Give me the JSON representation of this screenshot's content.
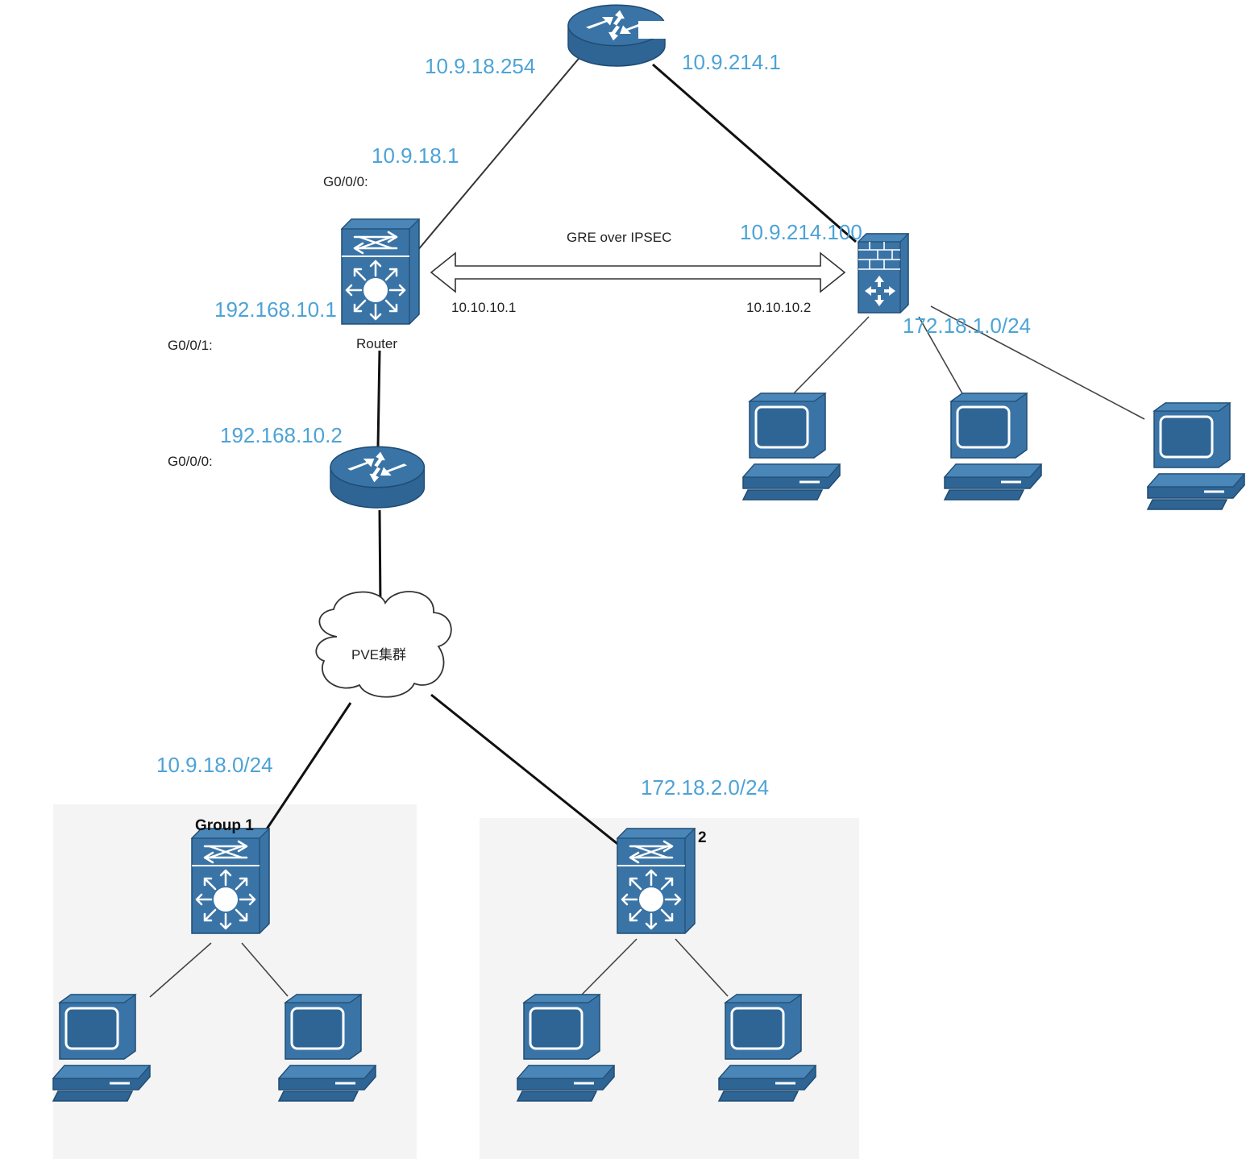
{
  "tunnel_label": "GRE over IPSEC",
  "tunnel_left_ip": "10.10.10.1",
  "tunnel_right_ip": "10.10.10.2",
  "router_label": "Router",
  "cloud_label": "PVE集群",
  "group1_label": "Group 1",
  "group2_label": "2",
  "ports": {
    "r_g000": "G0/0/0:",
    "r_g001": "G0/0/1:",
    "r2_g000": "G0/0/0:"
  },
  "ips": {
    "isp_left": "10.9.18.254",
    "isp_right": "10.9.214.1",
    "core_wan": "10.9.18.1",
    "fw_wan": "10.9.214.100",
    "core_lan": "192.168.10.1",
    "fw_lan": "172.18.1.0/24",
    "r2_wan": "192.168.10.2",
    "group1_net": "10.9.18.0/24",
    "group2_net": "172.18.2.0/24"
  },
  "icons": {
    "router": "router-icon",
    "l3switch": "layer3-switch-icon",
    "firewall": "firewall-icon",
    "pc": "pc-icon",
    "cloud": "cloud-icon"
  }
}
